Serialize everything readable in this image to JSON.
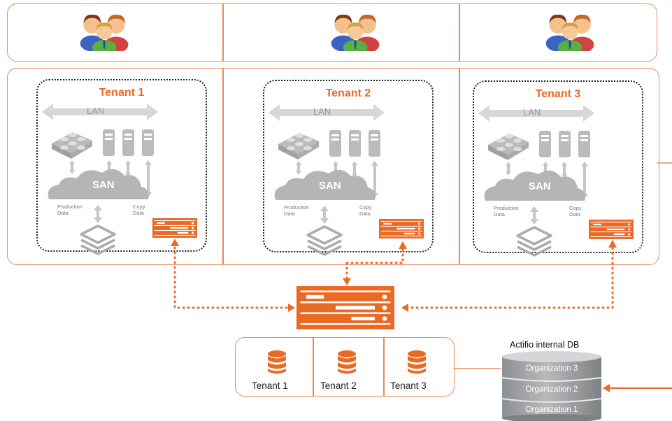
{
  "tenants": [
    {
      "title": "Tenant 1",
      "lan": "LAN",
      "san": "SAN",
      "production_data": "Production Data",
      "copy_data": "Copy Data"
    },
    {
      "title": "Tenant 2",
      "lan": "LAN",
      "san": "SAN",
      "production_data": "Production Data",
      "copy_data": "Copy Data"
    },
    {
      "title": "Tenant 3",
      "lan": "LAN",
      "san": "SAN",
      "production_data": "Production Data",
      "copy_data": "Copy Data"
    }
  ],
  "storage_tenants": [
    "Tenant 1",
    "Tenant 2",
    "Tenant 3"
  ],
  "internal_db": {
    "title": "Actifio internal DB",
    "organizations": [
      "Organization 3",
      "Organization 2",
      "Organization 1"
    ]
  },
  "colors": {
    "accent": "#e8692a",
    "border": "#e8895a",
    "gray": "#b9bbbd"
  }
}
